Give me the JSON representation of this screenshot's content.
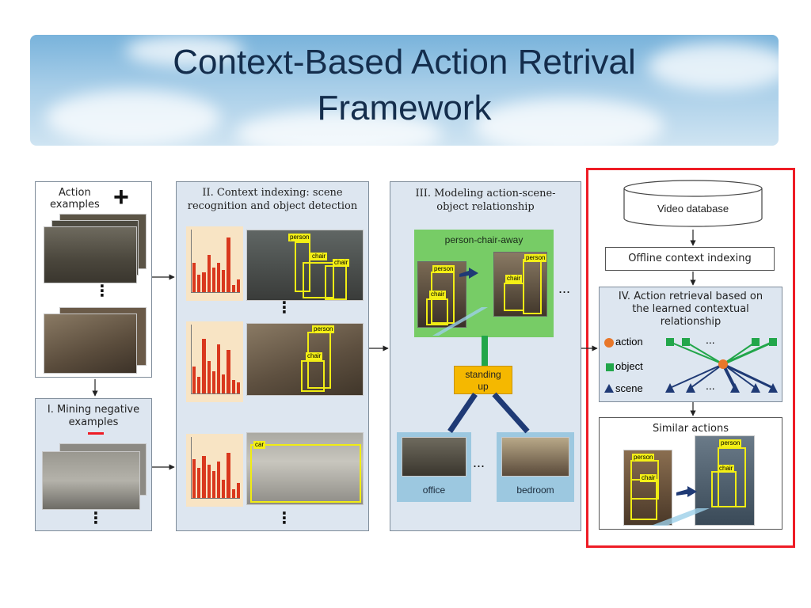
{
  "title": {
    "line1": "Context-Based Action Retrival",
    "line2": "Framework"
  },
  "panel_actions": {
    "label_line1": "Action",
    "label_line2": "examples",
    "plus": "+"
  },
  "panel_mining": {
    "title_line1": "I. Mining negative",
    "title_line2": "examples"
  },
  "panel_indexing": {
    "title_line1": "II. Context indexing: scene",
    "title_line2": "recognition and object detection",
    "rows": [
      {
        "tags": [
          "person",
          "chair",
          "chair"
        ]
      },
      {
        "tags": [
          "person",
          "chair"
        ]
      },
      {
        "tags": [
          "car"
        ]
      }
    ]
  },
  "panel_modeling": {
    "title_line1": "III. Modeling action-scene-",
    "title_line2": "object relationship",
    "relation": "person-chair-away",
    "tags_left": [
      "person",
      "chair"
    ],
    "tags_right": [
      "person",
      "chair"
    ],
    "action": "standing up",
    "action_line1": "standing",
    "action_line2": "up",
    "scenes": [
      "office",
      "bedroom"
    ],
    "ellipsis": "..."
  },
  "panel_retrieval": {
    "video_db": "Video database",
    "offline": "Offline context indexing",
    "title_line1": "IV. Action retrieval based on",
    "title_line2": "the learned contextual",
    "title_line3": "relationship",
    "legend": {
      "action": "action",
      "object": "object",
      "scene": "scene"
    },
    "ellipsis": "...",
    "similar": "Similar actions",
    "tags_left": [
      "person",
      "chair"
    ],
    "tags_right": [
      "person",
      "chair"
    ]
  },
  "colors": {
    "highlight": "#ee1c25",
    "green": "#22a64a",
    "navy": "#1f3a75",
    "orange": "#e8772a",
    "bar": "#d9381e"
  },
  "chart_data": [
    {
      "type": "bar",
      "values": [
        0.12,
        0.07,
        0.08,
        0.15,
        0.1,
        0.12,
        0.09,
        0.22,
        0.03,
        0.05
      ],
      "ylim": [
        0,
        0.25
      ]
    },
    {
      "type": "bar",
      "values": [
        0.1,
        0.06,
        0.2,
        0.12,
        0.08,
        0.18,
        0.07,
        0.16,
        0.05,
        0.04
      ],
      "ylim": [
        0,
        0.25
      ]
    },
    {
      "type": "bar",
      "values": [
        0.13,
        0.1,
        0.14,
        0.11,
        0.09,
        0.12,
        0.06,
        0.15,
        0.03,
        0.05
      ],
      "ylim": [
        0,
        0.2
      ]
    }
  ]
}
